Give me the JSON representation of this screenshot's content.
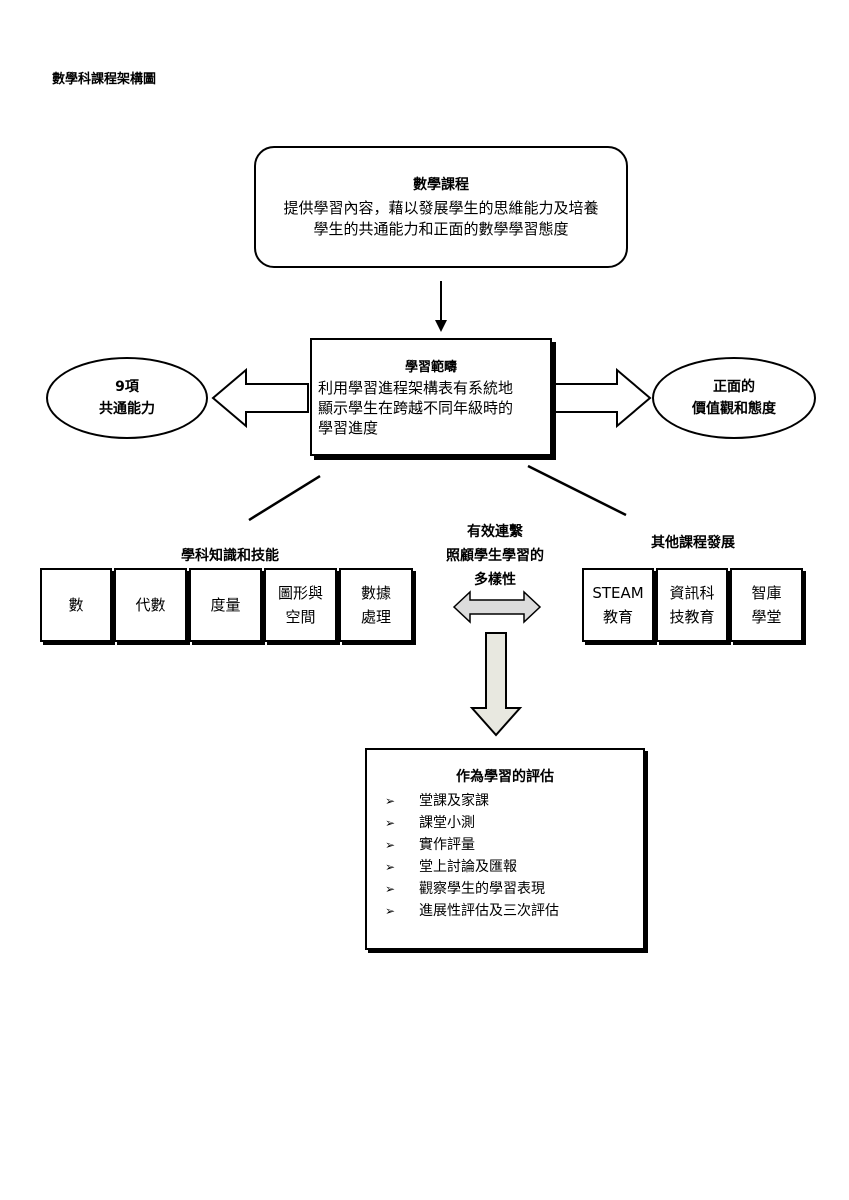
{
  "page_title": "數學科課程架構圖",
  "top_box": {
    "title": "數學課程",
    "lines": [
      "提供學習內容，藉以發展學生的思維能力及培養",
      "學生的共通能力和正面的數學學習態度"
    ]
  },
  "center_box": {
    "title": "學習範疇",
    "lines": [
      "利用學習進程架構表有系統地",
      "顯示學生在跨越不同年級時的",
      "學習進度"
    ]
  },
  "left_oval": {
    "lines": [
      "9項",
      "共通能力"
    ]
  },
  "right_oval": {
    "lines": [
      "正面的",
      "價值觀和態度"
    ]
  },
  "left_section": {
    "title": "學科知識和技能",
    "cells": [
      [
        "數"
      ],
      [
        "代數"
      ],
      [
        "度量"
      ],
      [
        "圖形與",
        "空間"
      ],
      [
        "數據",
        "處理"
      ]
    ]
  },
  "middle_label": {
    "lines": [
      "有效連繫",
      "照顧學生學習的",
      "多樣性"
    ]
  },
  "right_section": {
    "title": "其他課程發展",
    "cells": [
      [
        "STEAM",
        "教育"
      ],
      [
        "資訊科",
        "技教育"
      ],
      [
        "智庫",
        "學堂"
      ]
    ]
  },
  "assessment": {
    "title": "作為學習的評估",
    "bullet": "➢",
    "items": [
      "堂課及家課",
      "課堂小測",
      "實作評量",
      "堂上討論及匯報",
      "觀察學生的學習表現",
      "進展性評估及三次評估"
    ]
  }
}
